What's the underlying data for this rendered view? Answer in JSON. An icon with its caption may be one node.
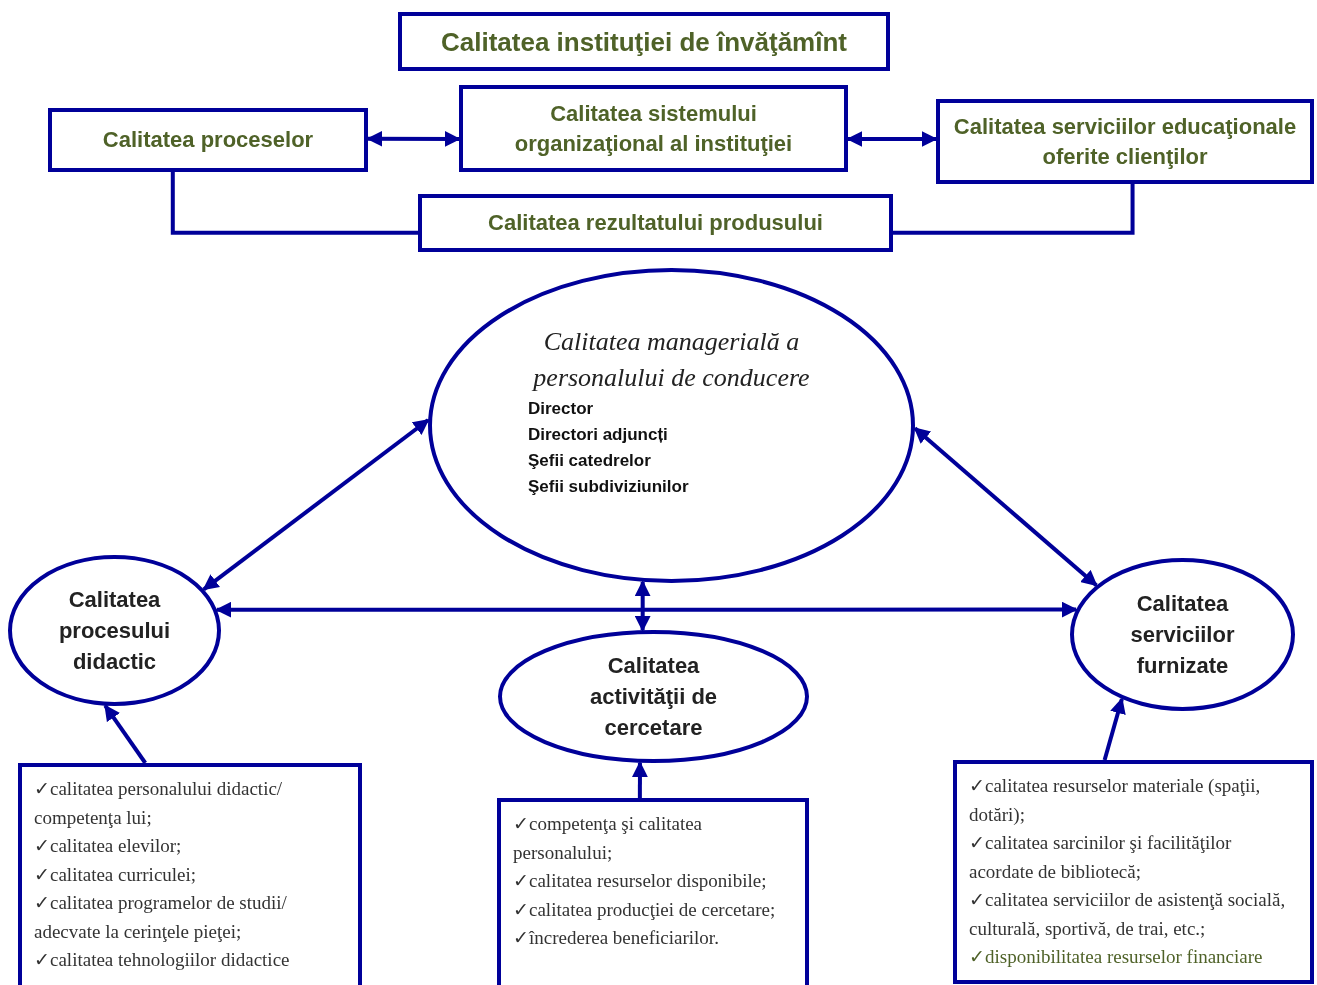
{
  "diagram": {
    "nodes": [
      {
        "text": [
          "Calitatea instituţiei de învăţămînt"
        ]
      },
      {
        "text": [
          "Calitatea proceselor"
        ]
      },
      {
        "text": [
          "Calitatea sistemului organizaţional al instituţiei"
        ]
      },
      {
        "text": [
          "Calitatea serviciilor educaţionale oferite clienţilor"
        ]
      },
      {
        "text": [
          "Calitatea rezultatului produsului"
        ]
      },
      {
        "text": [
          "Calitatea managerială a personalului de conducere",
          "Director",
          "Directori adjuncți",
          "Şefii catedrelor",
          "Şefii subdiviziunilor"
        ]
      },
      {
        "text": [
          "Calitatea procesului didactic"
        ]
      },
      {
        "text": [
          "Calitatea activităţii de cercetare"
        ]
      },
      {
        "text": [
          "Calitatea serviciilor furnizate"
        ]
      },
      {
        "text": [
          "✓calitatea personalului didactic/ competenţa lui;",
          "✓calitatea elevilor;",
          "✓calitatea curriculei;",
          "✓calitatea programelor de studii/ adecvate la cerinţele pieţei;",
          "✓calitatea tehnologiilor didactice"
        ]
      },
      {
        "text": [
          "✓competenţa şi calitatea personalului;",
          "✓calitatea resurselor disponibile;",
          "✓calitatea producţiei de cercetare;",
          "✓încrederea beneficiarilor."
        ]
      },
      {
        "text": [
          "✓calitatea resurselor materiale (spaţii, dotări);",
          "✓calitatea sarcinilor şi facilităţilor acordate de bibliotecă;",
          "✓calitatea serviciilor de asistenţă socială, culturală, sportivă, de trai, etc.;",
          "✓disponibilitatea resurselor financiare"
        ]
      }
    ],
    "edges": [
      {
        "from": 1,
        "to": 2,
        "arrow": "both"
      },
      {
        "from": 2,
        "to": 3,
        "arrow": "both"
      },
      {
        "from": 1,
        "to": 4,
        "arrow": "none"
      },
      {
        "from": 3,
        "to": 4,
        "arrow": "none"
      },
      {
        "from": 5,
        "to": 6,
        "arrow": "both"
      },
      {
        "from": 5,
        "to": 8,
        "arrow": "both"
      },
      {
        "from": 5,
        "to": 7,
        "arrow": "both"
      },
      {
        "from": 6,
        "to": 8,
        "arrow": "both"
      },
      {
        "from": 9,
        "to": 6,
        "arrow": "to"
      },
      {
        "from": 10,
        "to": 7,
        "arrow": "to"
      },
      {
        "from": 11,
        "to": 8,
        "arrow": "to"
      }
    ]
  }
}
